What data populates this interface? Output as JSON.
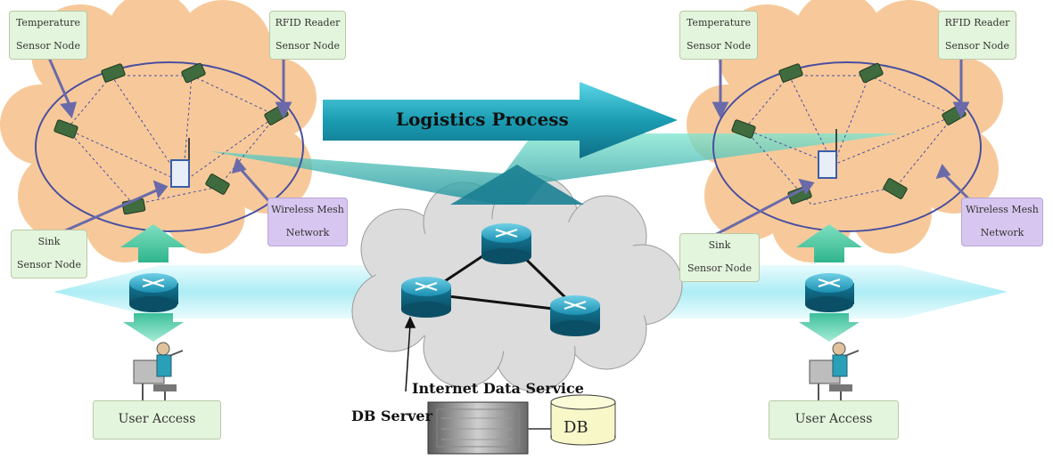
{
  "labels": {
    "left": {
      "temperature": [
        "Temperature",
        "Sensor Node"
      ],
      "rfid": [
        "RFID Reader",
        "Sensor Node"
      ],
      "sink": [
        "Sink",
        "Sensor Node"
      ],
      "mesh": [
        "Wireless Mesh",
        "Network"
      ],
      "user_access": "User Access"
    },
    "right": {
      "temperature": [
        "Temperature",
        "Sensor Node"
      ],
      "rfid": [
        "RFID Reader",
        "Sensor Node"
      ],
      "sink": [
        "Sink",
        "Sensor Node"
      ],
      "mesh": [
        "Wireless Mesh",
        "Network"
      ],
      "user_access": "User Access"
    }
  },
  "logistics_process": "Logistics Process",
  "internet_data_service": "Internet Data Service",
  "db_server": "DB Server",
  "db": "DB",
  "colors": {
    "cloud_orange": "#f7c99a",
    "cloud_gray": "#d9d9d9",
    "arrow_teal": "#1d9fb4",
    "label_green": "#e3f5dc",
    "label_purple": "#d7c6ef",
    "ellipse_stroke": "#4a4fa0"
  }
}
